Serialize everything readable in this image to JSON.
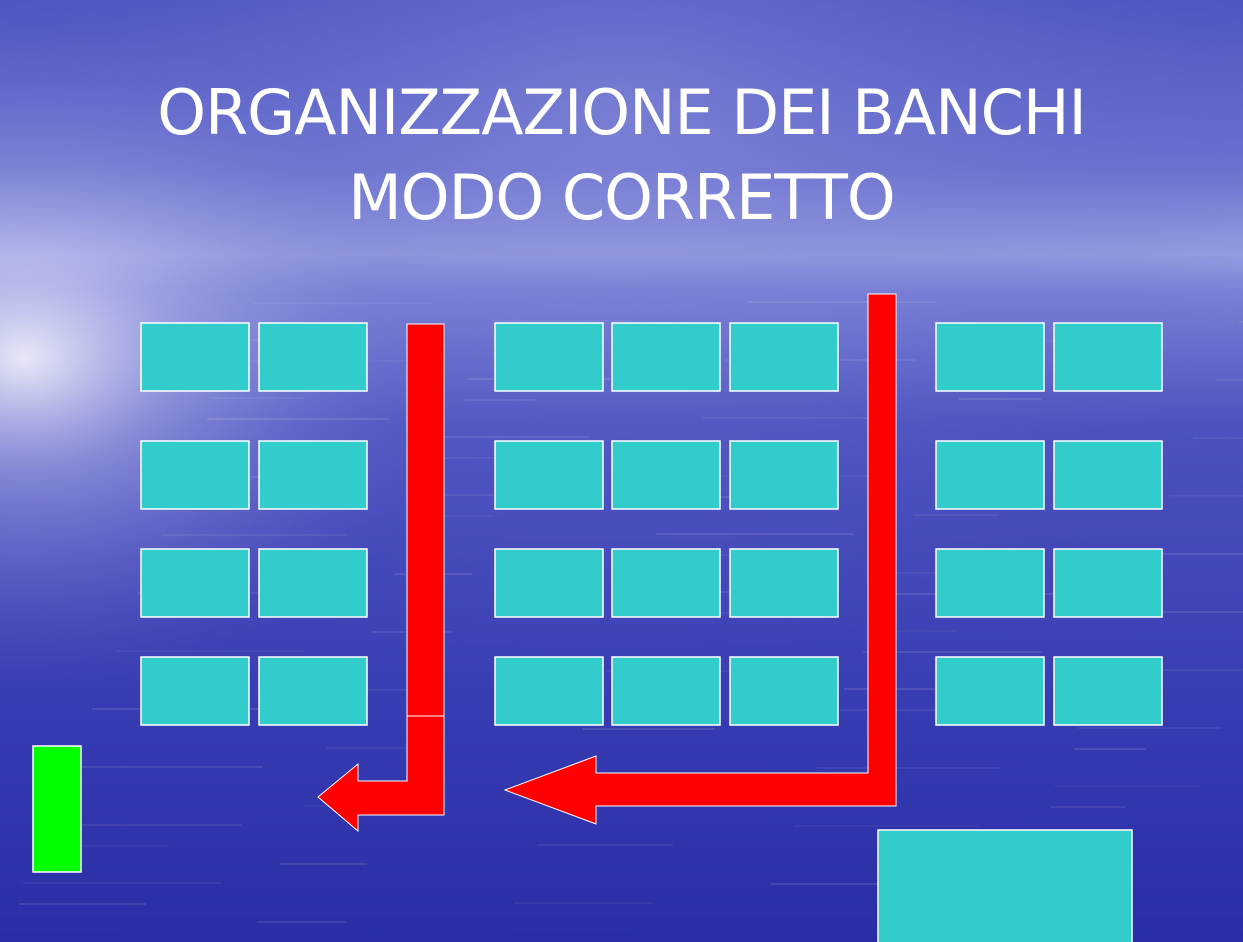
{
  "slide": {
    "title_lines": [
      "ORGANIZZAZIONE DEI BANCHI",
      "MODO CORRETTO"
    ]
  },
  "colors": {
    "background_top": "#5c61c4",
    "background_middle": "#4a4fc0",
    "background_bottom": "#2c2fa8",
    "horizon_glow": "#b8bff0",
    "desk_fill": "#33cccc",
    "desk_border": "#ffffff",
    "arrow_fill": "#ff0000",
    "door_fill": "#00ff00"
  },
  "layout_description": {
    "desk_grid": {
      "rows": 4,
      "groups": [
        {
          "name": "left",
          "desks_per_row": 2
        },
        {
          "name": "center",
          "desks_per_row": 3
        },
        {
          "name": "right",
          "desks_per_row": 2
        }
      ]
    },
    "exit_routes": [
      {
        "name": "left-aisle-arrow",
        "direction": "down-then-left"
      },
      {
        "name": "right-aisle-arrow",
        "direction": "down-then-left"
      }
    ],
    "extra_shapes": [
      {
        "name": "door",
        "color_key": "door_fill"
      },
      {
        "name": "teacher-desk",
        "color_key": "desk_fill"
      }
    ]
  }
}
